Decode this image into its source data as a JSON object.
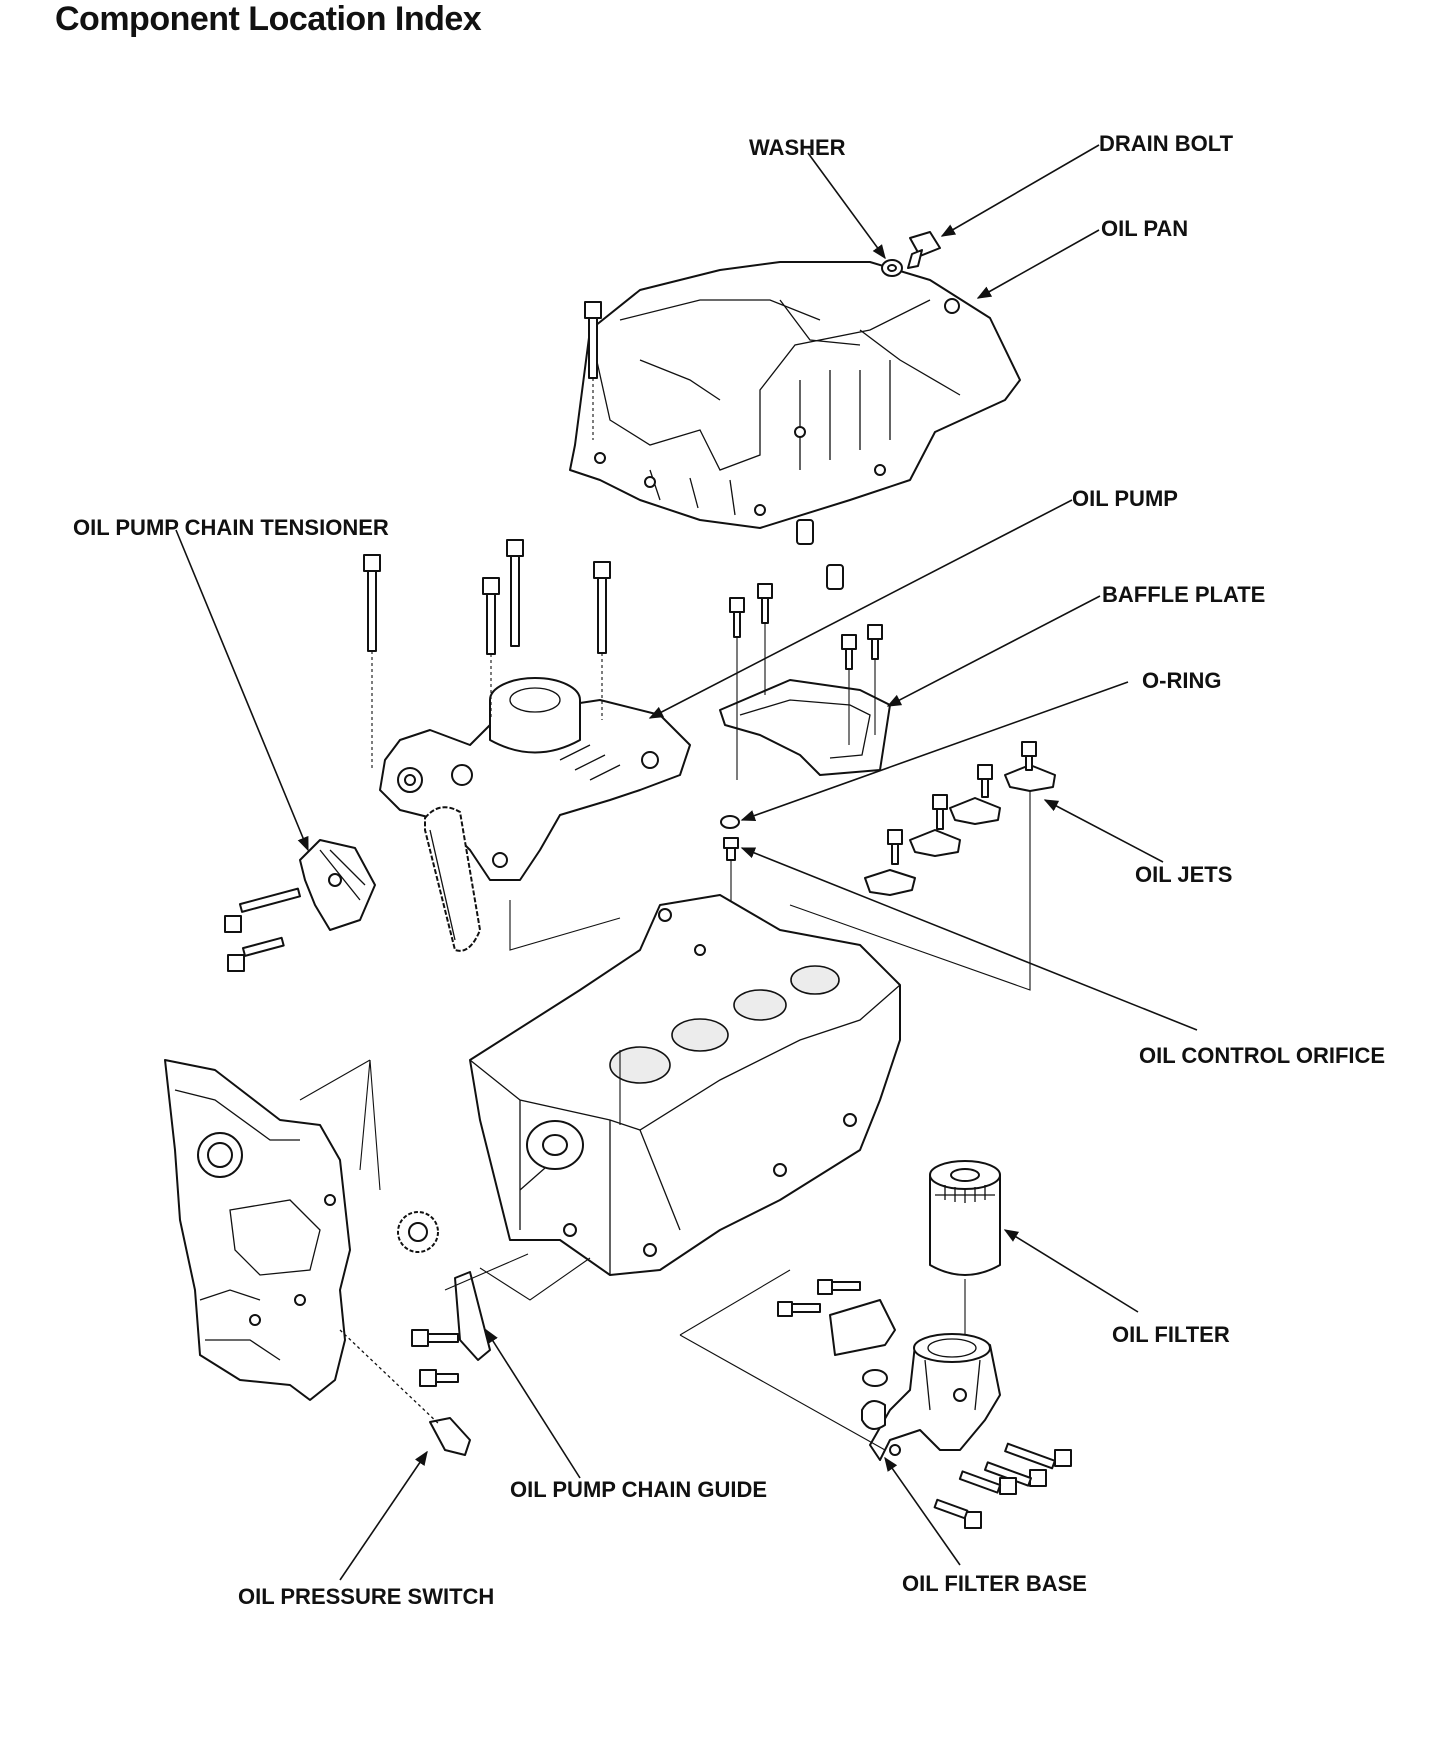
{
  "page": {
    "title": "Component Location Index"
  },
  "labels": {
    "washer": "WASHER",
    "drain_bolt": "DRAIN BOLT",
    "oil_pan": "OIL PAN",
    "oil_pump": "OIL PUMP",
    "oil_pump_chain_tensioner": "OIL PUMP CHAIN TENSIONER",
    "baffle_plate": "BAFFLE PLATE",
    "o_ring": "O-RING",
    "oil_jets": "OIL JETS",
    "oil_control_orifice": "OIL CONTROL ORIFICE",
    "oil_filter": "OIL FILTER",
    "oil_pump_chain_guide": "OIL PUMP CHAIN GUIDE",
    "oil_filter_base": "OIL FILTER BASE",
    "oil_pressure_switch": "OIL PRESSURE SWITCH"
  },
  "colors": {
    "ink": "#111111",
    "paper": "#ffffff",
    "shade": "#ececec"
  }
}
